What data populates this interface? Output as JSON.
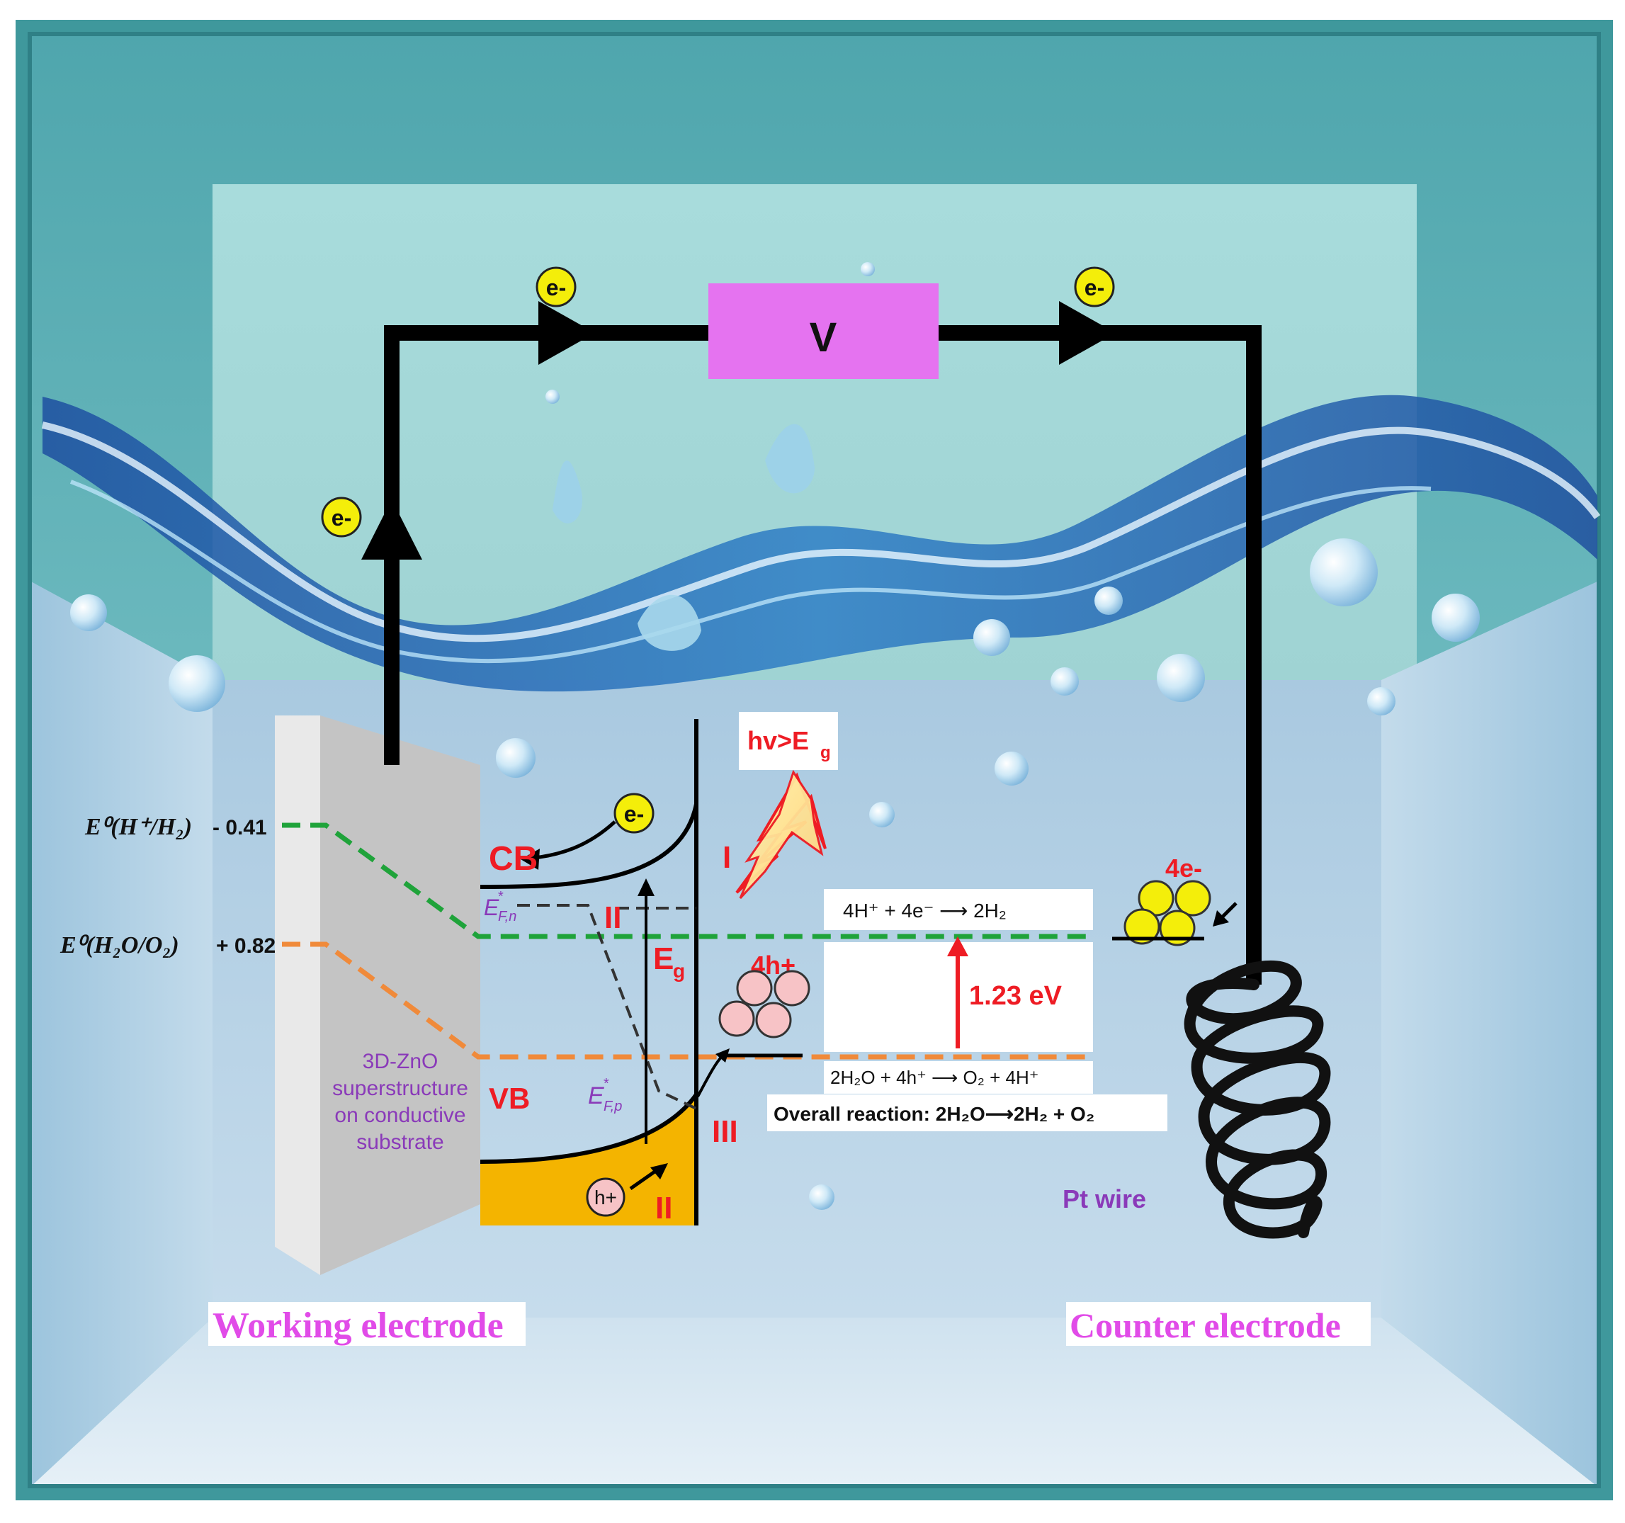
{
  "voltmeter": {
    "label": "V"
  },
  "electron_badges": {
    "left_top": "e-",
    "right_top": "e-",
    "left_vertical": "e-",
    "band": "e-"
  },
  "hole_badge": "h+",
  "potentials": {
    "h2_label": "E⁰(H⁺/H₂)",
    "h2_value": "- 0.41",
    "o2_label": "E⁰(H₂O/O₂)",
    "o2_value": "+ 0.82"
  },
  "band": {
    "cb": "CB",
    "vb": "VB",
    "eg": "E",
    "eg_sub": "g",
    "efn": "E",
    "efn_sub": "F,n",
    "efp": "E",
    "efp_sub": "F,p",
    "star": "*",
    "roman_I": "I",
    "roman_II_top": "II",
    "roman_II_bottom": "II",
    "roman_III": "III"
  },
  "light": {
    "main": "hv>E",
    "sub": "g"
  },
  "holes_label": "4h+",
  "electrons_label": "4e-",
  "reactions": {
    "reduction": "4H⁺ + 4e⁻  ⟶  2H₂",
    "oxidation": "2H₂O + 4h⁺ ⟶ O₂ + 4H⁺",
    "overall": "Overall reaction: 2H₂O⟶2H₂ + O₂"
  },
  "gap_energy": "1.23 eV",
  "working_electrode": {
    "material_lines": [
      "3D-ZnO",
      "superstructure",
      "on conductive",
      "substrate"
    ],
    "label": "Working electrode"
  },
  "counter_electrode": {
    "wire": "Pt wire",
    "label": "Counter electrode"
  },
  "colors": {
    "water_dark": "#5fb4bd",
    "water_light": "#aee0e0",
    "tank_back": "#b7d4e8",
    "voltmeter": "#e573f0",
    "electron": "#f4ee0a",
    "hole": "#f7c3c6",
    "h2_line": "#1fa33a",
    "o2_line": "#f08a3a",
    "red_text": "#ee1c24",
    "purple_text": "#8a3ab9",
    "label_pink": "#e14be8",
    "vb_fill": "#f4b400"
  }
}
